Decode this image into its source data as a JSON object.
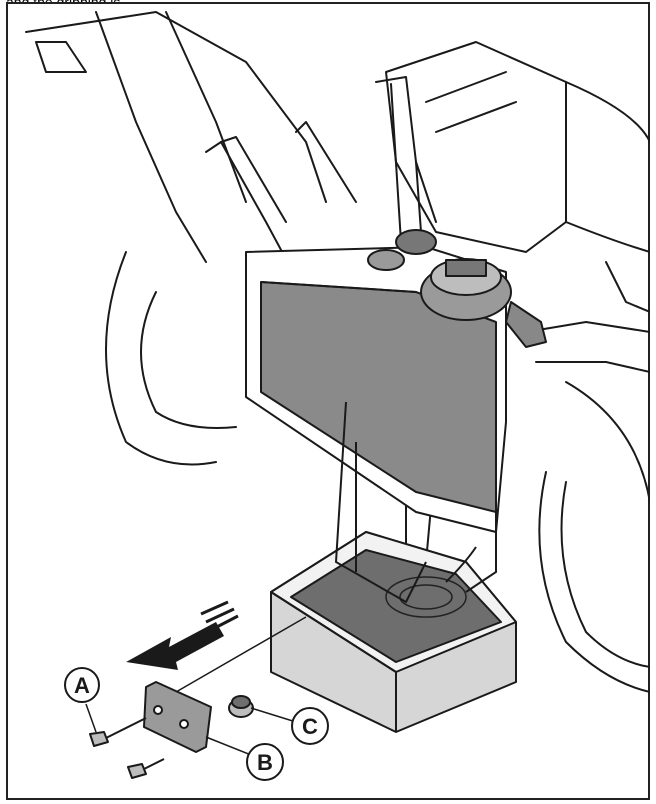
{
  "caption": "and the dripping is",
  "callouts": {
    "a": "A",
    "b": "B",
    "c": "C"
  },
  "colors": {
    "line": "#1a1a1a",
    "tank_fill": "#8a8a8a",
    "pan_fill": "#d6d6d6",
    "pan_inner": "#6e6e6e",
    "cap_fill": "#9a9a9a"
  }
}
